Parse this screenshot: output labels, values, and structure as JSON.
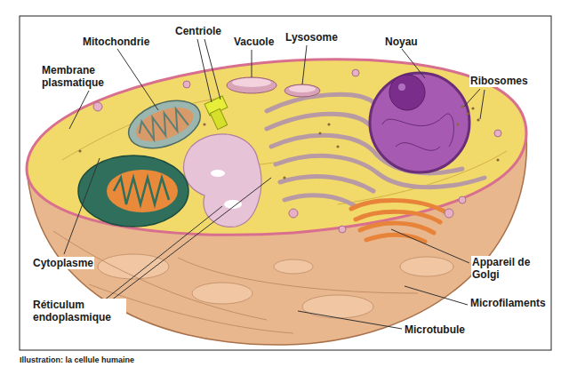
{
  "diagram": {
    "caption": "Illustration: la cellule humaine",
    "labels": [
      "Mitochondrie",
      "Centriole",
      "Vacuole",
      "Lysosome",
      "Noyau",
      "Membrane plasmatique",
      "Ribosomes",
      "Cytoplasme",
      "Appareil de Golgi",
      "Microfilaments",
      "Réticulum endoplasmique",
      "Microtubule"
    ]
  }
}
